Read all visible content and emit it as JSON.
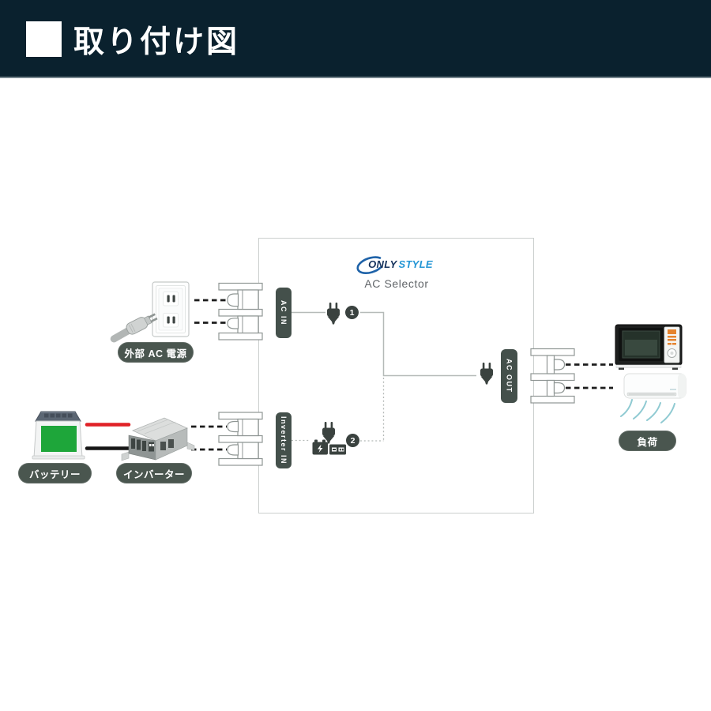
{
  "header": {
    "title": "取り付け図"
  },
  "selector_box": {
    "brand": {
      "part1": "ONLY",
      "part2": "STYLE"
    },
    "product": "AC Selector",
    "ports": {
      "ac_in": "AC IN",
      "inverter_in": "Inverter IN",
      "ac_out": "AC OUT"
    },
    "junctions": {
      "one": "1",
      "two": "2"
    }
  },
  "labels": {
    "external_ac": "外部 AC 電源",
    "battery": "バッテリー",
    "inverter": "インバーター",
    "load": "負荷"
  },
  "icons": {
    "header_square": "white-square-bullet",
    "plug_down": "ac-plug-icon",
    "battery_small": "battery-icon",
    "inverter_small": "inverter-outlet-icon",
    "junction_badges": "numbered-circle-badges"
  },
  "colors": {
    "header_bg": "#0a212e",
    "pill_bg": "#4a564f",
    "port_pill_bg": "#44504b",
    "icon_dark": "#3a423f",
    "line_gray": "#b5bab8",
    "dash_black": "#1c1c1c",
    "brand_navy": "#15325c",
    "brand_blue": "#2496d5",
    "battery_green": "#1ea63a",
    "wire_red": "#e02227",
    "wire_black": "#161616",
    "airflow_teal": "#8fcad2"
  }
}
